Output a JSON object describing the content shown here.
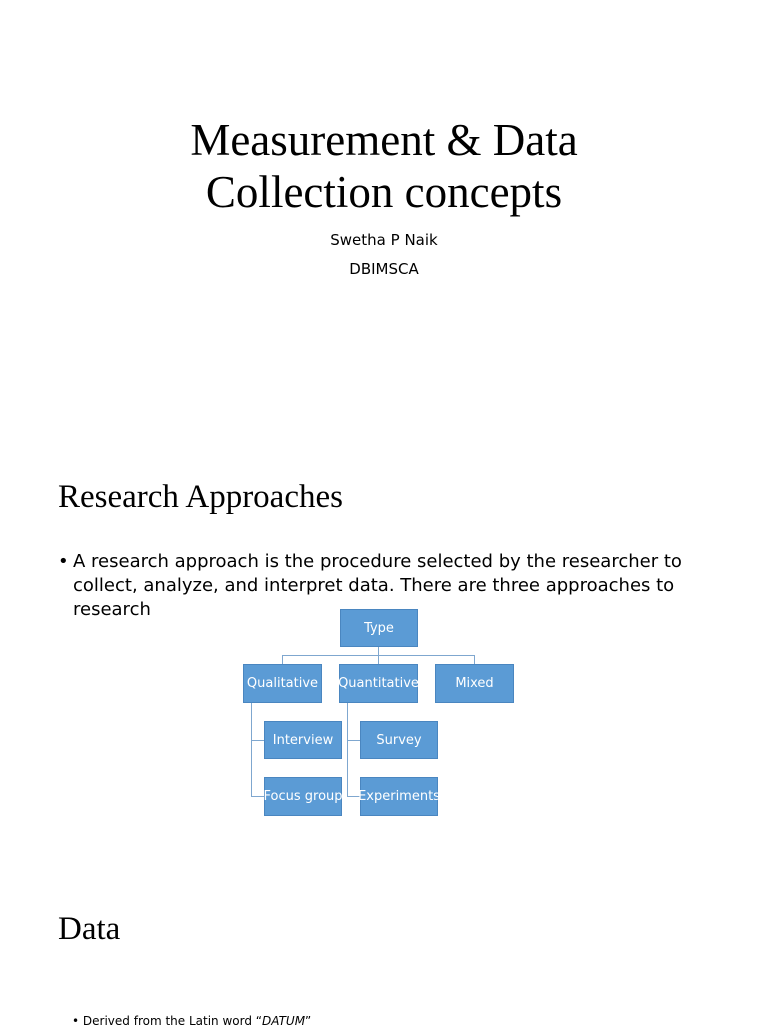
{
  "slide1": {
    "title_line1": "Measurement & Data",
    "title_line2": "Collection concepts",
    "author": "Swetha P Naik",
    "organization": "DBIMSCA"
  },
  "slide2": {
    "heading": "Research Approaches",
    "bullet_char": "•",
    "bullet_text": "A research approach is the procedure selected by the researcher to collect, analyze, and interpret data. There are three approaches to research",
    "chart": {
      "root": "Type",
      "qualitative": "Qualitative",
      "quantitative": "Quantitative",
      "mixed": "Mixed",
      "interview": "Interview",
      "focus_group": "Focus group",
      "survey": "Survey",
      "experiments": "Experiments"
    },
    "colors": {
      "box_fill": "#5b9bd5",
      "connector": "#7fa7cf"
    }
  },
  "slide3": {
    "heading": "Data",
    "bullet_char": "•",
    "bullet_prefix": "Derived from the Latin word “",
    "bullet_emph": "DATUM",
    "bullet_suffix": "”"
  }
}
